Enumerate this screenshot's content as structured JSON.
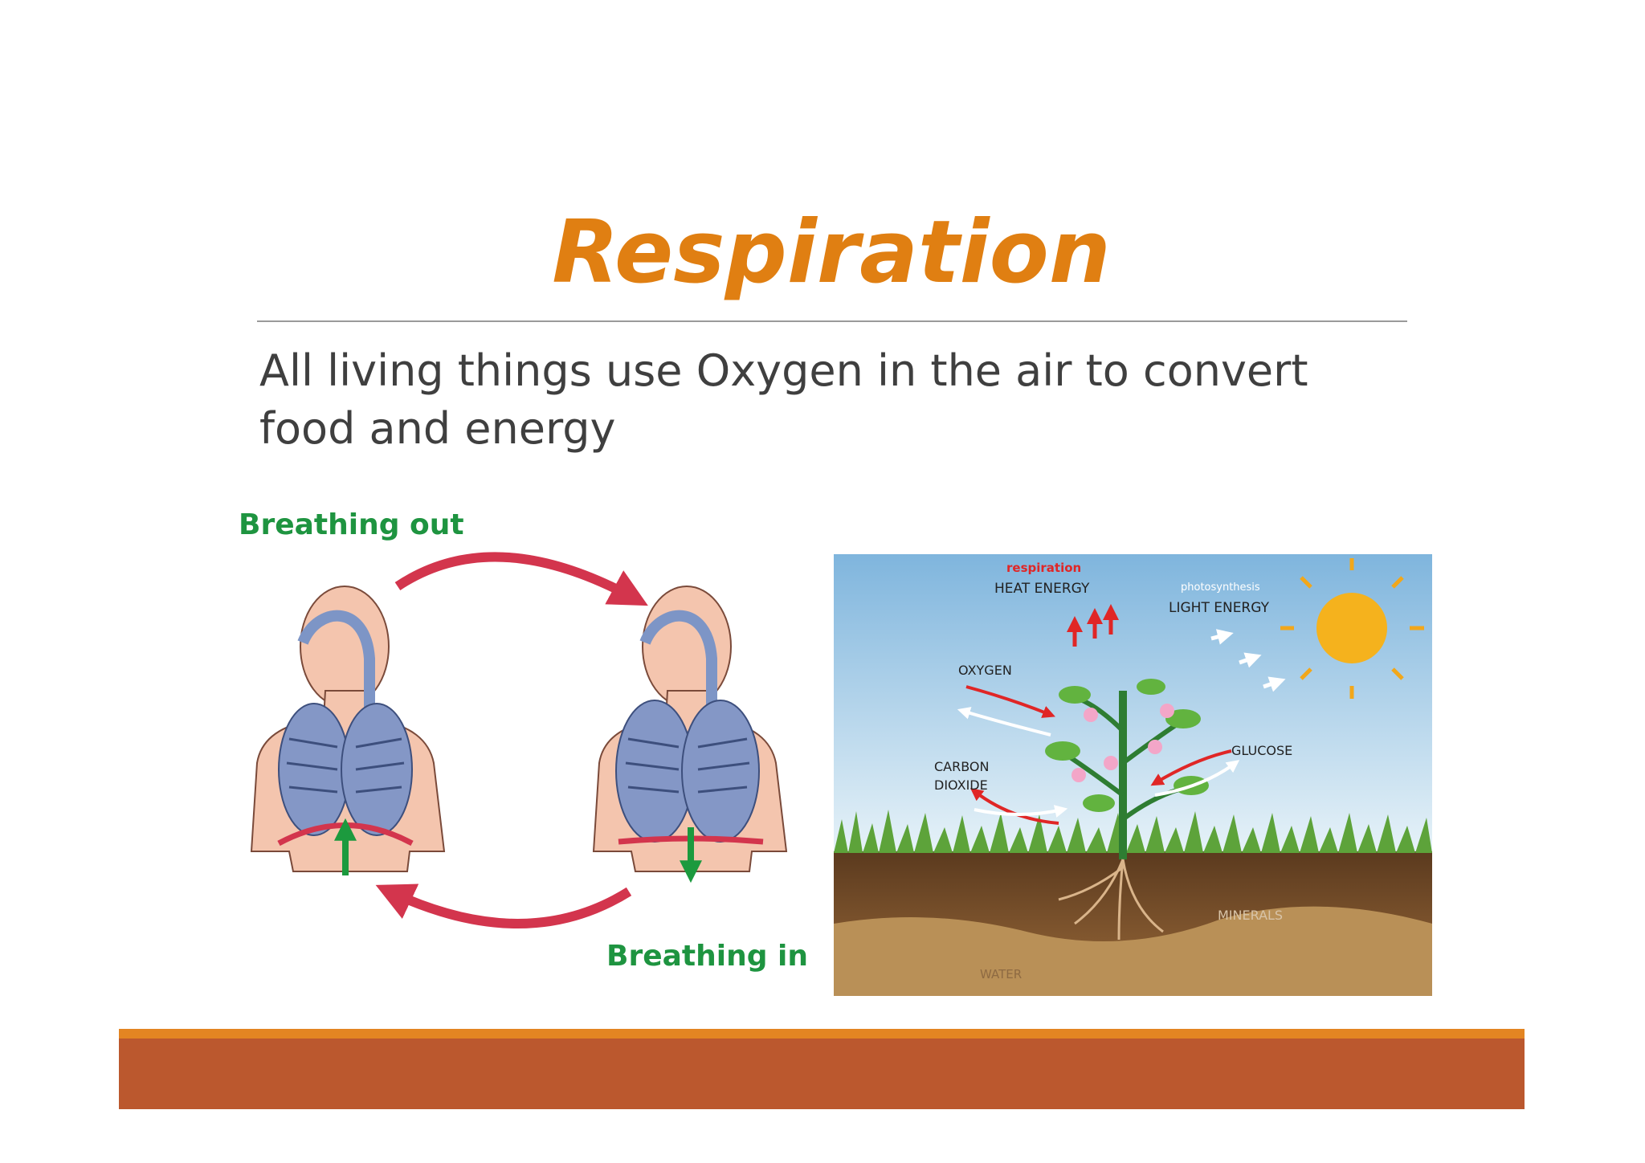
{
  "slide": {
    "title": "Respiration",
    "body": "All living things use Oxygen in the air to convert food and energy",
    "colors": {
      "title": "#E07F12",
      "footer_top": "#E38522",
      "footer_bar": "#BB582E"
    }
  },
  "breathing_figure": {
    "label_out": "Breathing out",
    "label_in": "Breathing in"
  },
  "plant_figure": {
    "label_respiration": "respiration",
    "label_heat_energy": "HEAT ENERGY",
    "label_photosynthesis": "photosynthesis",
    "label_light_energy": "LIGHT ENERGY",
    "label_oxygen": "OXYGEN",
    "label_carbon": "CARBON",
    "label_dioxide": "DIOXIDE",
    "label_glucose": "GLUCOSE",
    "label_minerals": "MINERALS",
    "label_water": "WATER"
  }
}
